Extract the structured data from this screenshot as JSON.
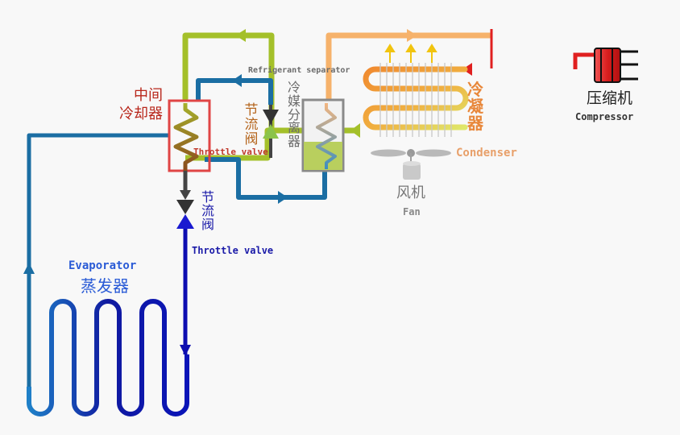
{
  "labels": {
    "intercooler_cn": "中间\n冷却器",
    "throttle1_cn": "节流阀",
    "throttle1_en": "Throttle valve",
    "separator_en": "Refrigerant separator",
    "separator_cn": "冷媒分离器",
    "condenser_cn": "冷凝器",
    "condenser_en": "Condenser",
    "compressor_cn": "压缩机",
    "compressor_en": "Compressor",
    "fan_cn": "风机",
    "fan_en": "Fan",
    "throttle2_cn": "节流阀",
    "throttle2_en": "Throttle valve",
    "evaporator_en": "Evaporator",
    "evaporator_cn": "蒸发器"
  },
  "colors": {
    "background": "#f8f8f8",
    "intercooler_label": "#b8261a",
    "throttle1_label": "#b5651d",
    "separator_label": "#6b6b6b",
    "condenser_label": "#e8873a",
    "compressor_label": "#222222",
    "fan_label": "#777777",
    "throttle2_label": "#1a1aa8",
    "evaporator_label": "#2a5bd6",
    "pipe_lime": "#a4c02a",
    "pipe_teal": "#1b6ea3",
    "pipe_orange": "#f6b26b",
    "pipe_red": "#e02020",
    "pipe_navy": "#0d0db0"
  }
}
